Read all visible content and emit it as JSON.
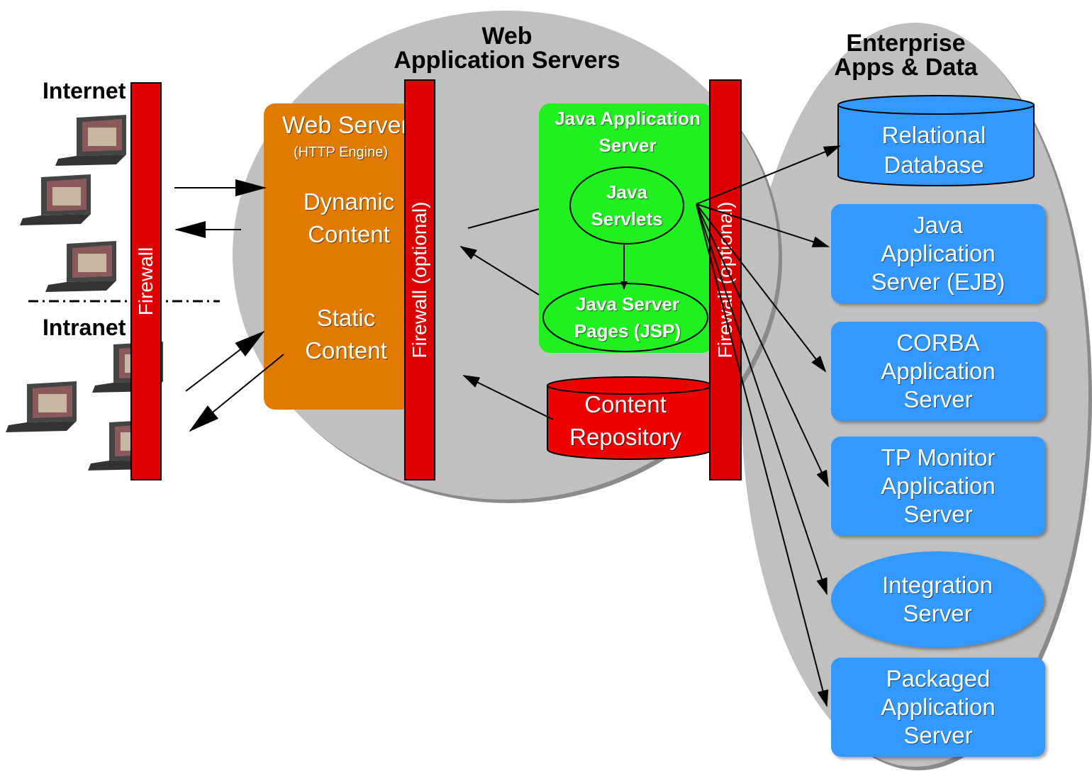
{
  "titles": {
    "web_app_servers": "Web\nApplication Servers",
    "enterprise": "Enterprise\nApps & Data"
  },
  "zones": {
    "internet": "Internet",
    "intranet": "Intranet"
  },
  "firewalls": {
    "outer": "Firewall",
    "middle": "Firewall (optional)",
    "inner": "Firewall (optional)"
  },
  "web_server": {
    "title": "Web Server",
    "subtitle": "(HTTP Engine)",
    "dynamic": "Dynamic\nContent",
    "static": "Static\nContent"
  },
  "java_app_server": {
    "title": "Java Application\nServer",
    "servlets": "Java\nServlets",
    "jsp": "Java Server\nPages (JSP)"
  },
  "content_repository": "Content\nRepository",
  "enterprise_items": {
    "relational_db": "Relational\nDatabase",
    "java_ejb": "Java\nApplication\nServer (EJB)",
    "corba": "CORBA\nApplication\nServer",
    "tp_monitor": "TP Monitor\nApplication\nServer",
    "integration": "Integration\nServer",
    "packaged": "Packaged\nApplication\nServer"
  },
  "colors": {
    "cloud": "#c0c0c0",
    "firewall": "#dd0000",
    "web_server": "#e07b00",
    "java_app": "#1ff01f",
    "repository": "#ee0000",
    "enterprise_blue": "#3399ff"
  },
  "icons": [
    "laptop-icon"
  ]
}
